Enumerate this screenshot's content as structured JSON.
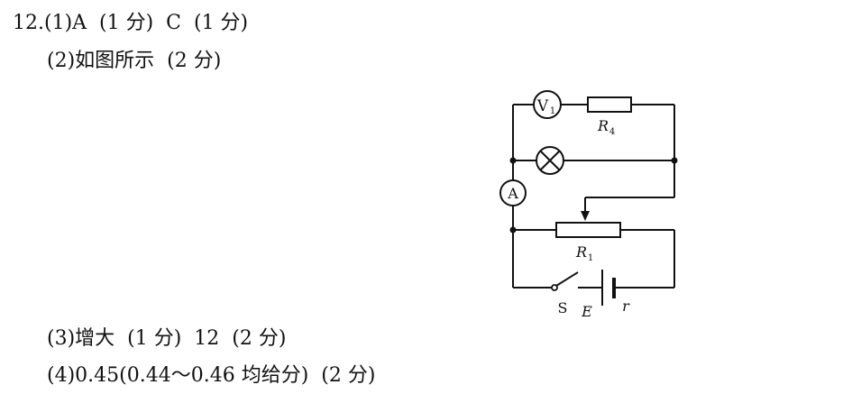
{
  "answer": {
    "line1": "12.(1)A  (1 分)  C  (1 分)",
    "line2": "(2)如图所示  (2 分)",
    "line3": "(3)增大  (1 分)  12  (2 分)",
    "line4": "(4)0.45(0.44～0.46 均给分)  (2 分)"
  },
  "circuit": {
    "voltmeter": "V",
    "voltmeter_sub": "1",
    "r4_label": "R",
    "r4_sub": "4",
    "ammeter": "A",
    "r1_label": "R",
    "r1_sub": "1",
    "switch_label": "S",
    "emf_label": "E",
    "internal_r_label": "r"
  }
}
